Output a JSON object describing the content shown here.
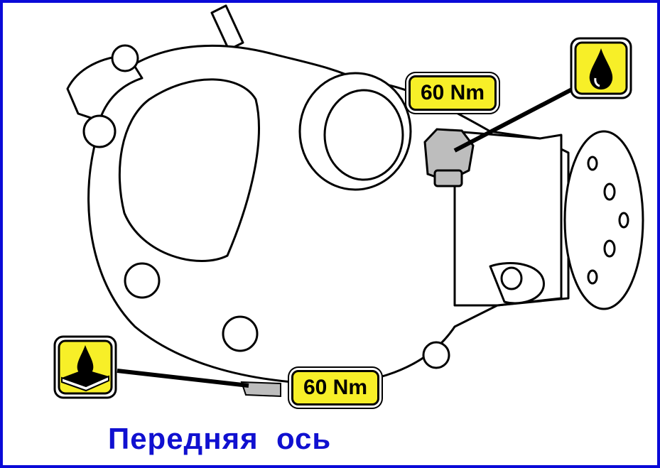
{
  "labels": {
    "torque_top": "60 Nm",
    "torque_bottom": "60 Nm",
    "caption": "Передняя  ось"
  },
  "icons": {
    "fill_plug": "oil-drop-icon",
    "drain_plug": "oil-drop-on-plate-icon"
  },
  "colors": {
    "frame": "#0a0ad8",
    "caption": "#1010d0",
    "badge_fill": "#f7ef28",
    "outline": "#000000",
    "plug": "#bdbdbd"
  }
}
